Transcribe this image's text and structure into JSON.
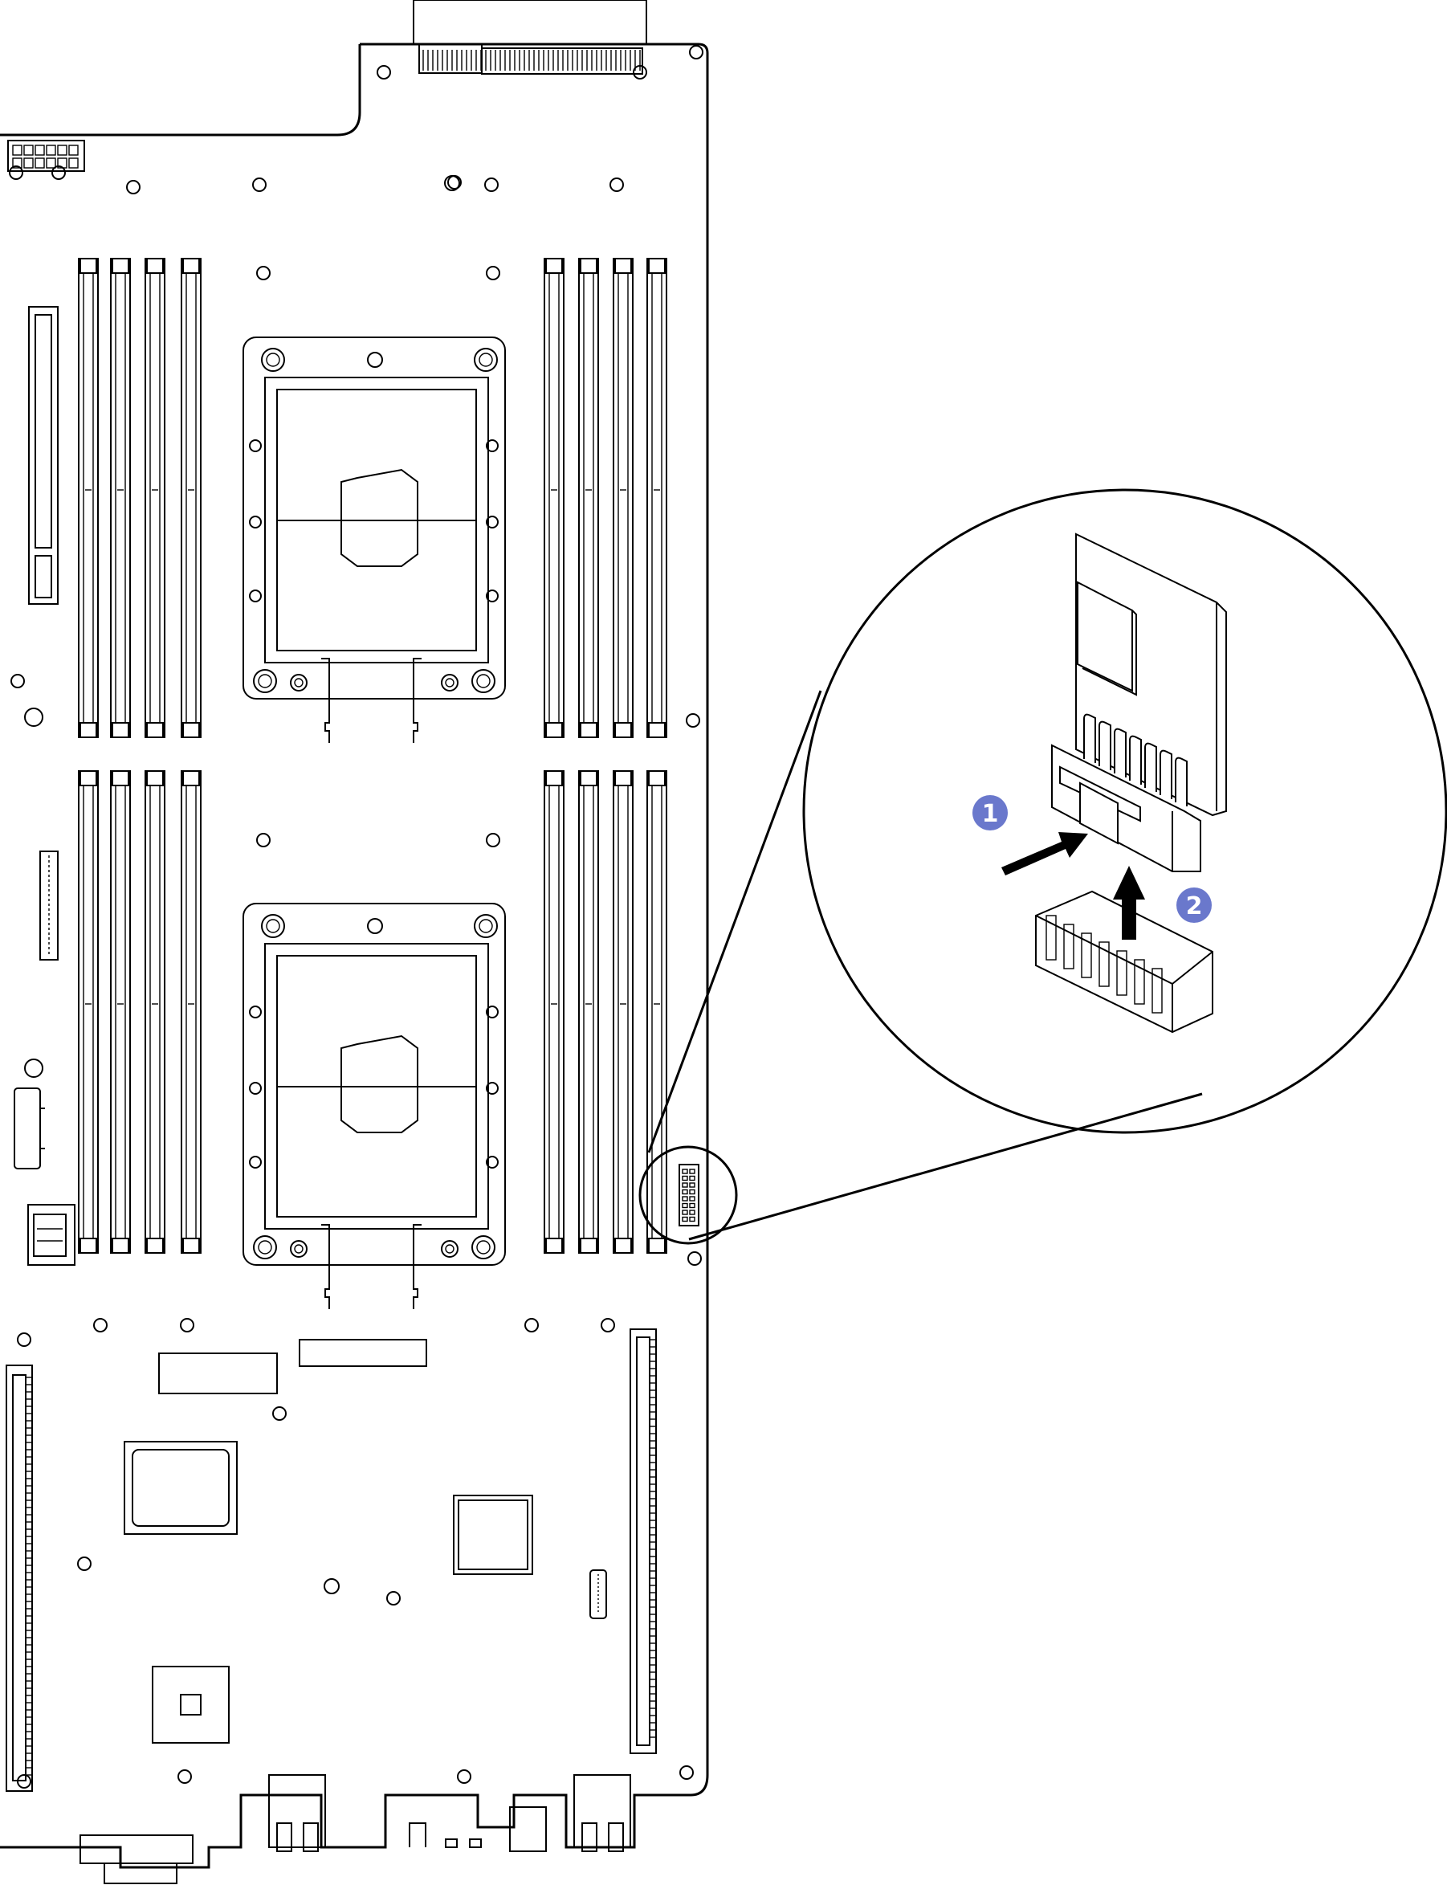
{
  "colors": {
    "line": "#000000",
    "background": "#ffffff",
    "callout": "#6a78cc",
    "callout_text": "#ffffff"
  },
  "callouts": [
    {
      "label": "1",
      "meaning": "press-latch-arrow"
    },
    {
      "label": "2",
      "meaning": "lift-connector-arrow"
    }
  ]
}
